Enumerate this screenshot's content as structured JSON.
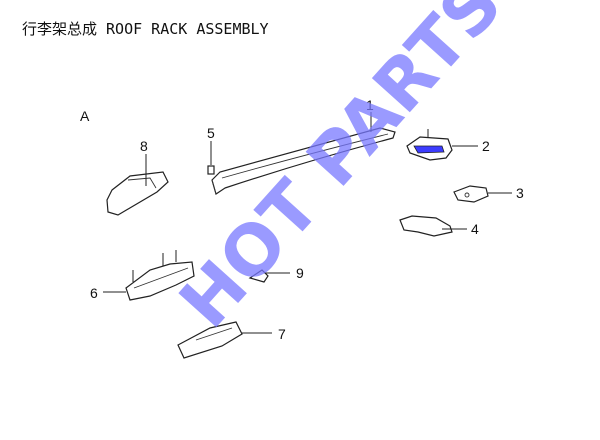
{
  "title": "行李架总成 ROOF RACK ASSEMBLY",
  "view_label": "A",
  "watermark": "HOT PARTS",
  "colors": {
    "watermark": "#7878ff",
    "line": "#222222",
    "highlight": "#3c3cff"
  },
  "callouts": {
    "p1": "1",
    "p2": "2",
    "p3": "3",
    "p4": "4",
    "p5": "5",
    "p6": "6",
    "p7": "7",
    "p8": "8",
    "p9": "9"
  }
}
